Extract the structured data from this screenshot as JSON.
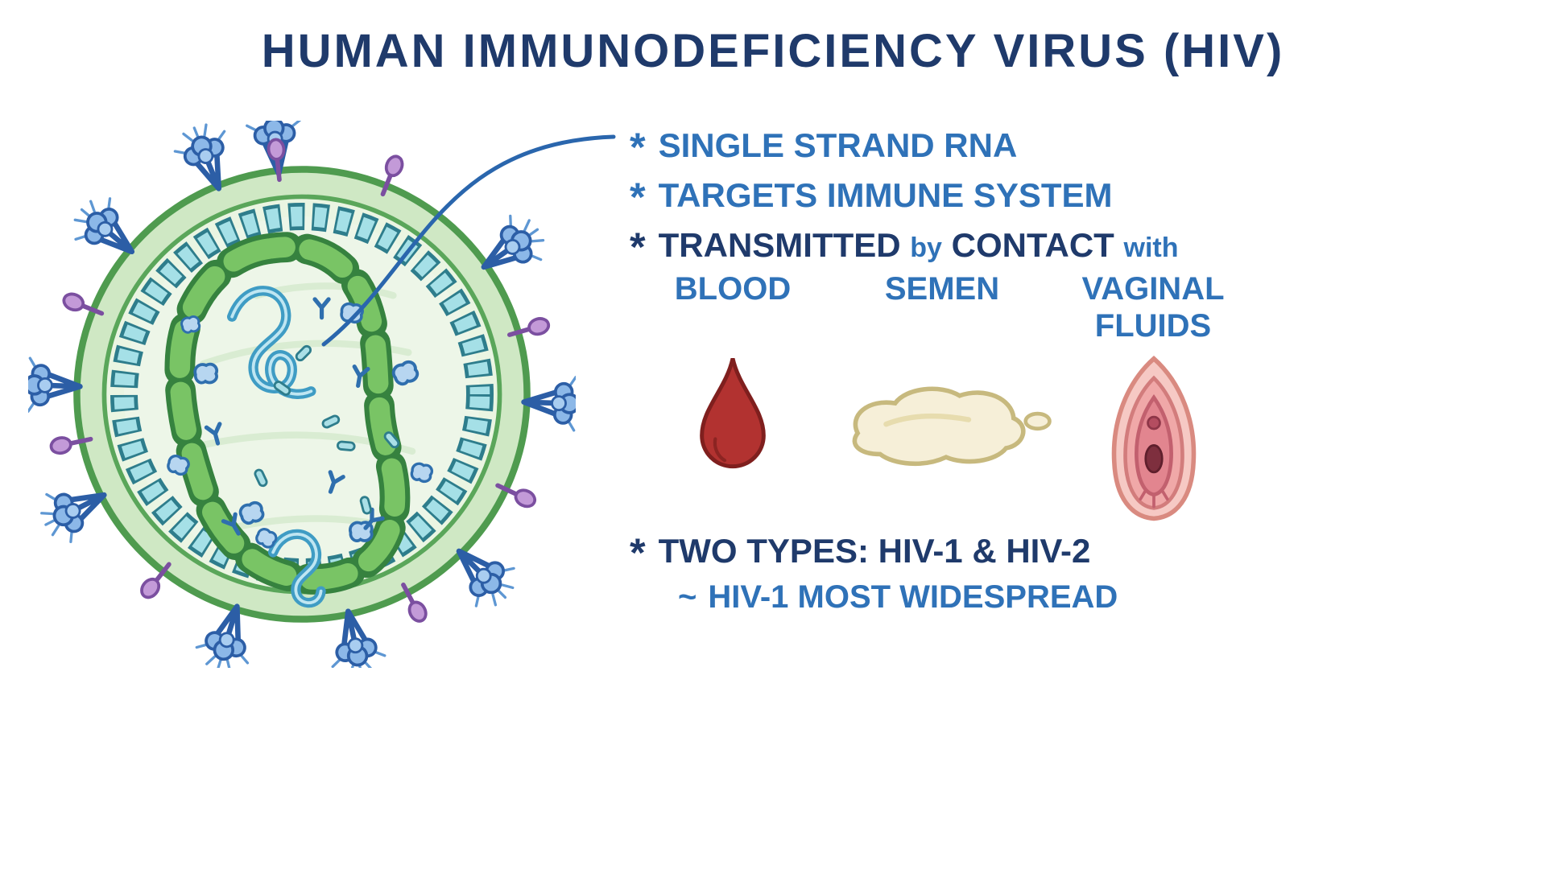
{
  "title": "HUMAN IMMUNODEFICIENCY VIRUS (HIV)",
  "bullets": {
    "star": "*",
    "tilde": "~",
    "single_strand": "SINGLE STRAND RNA",
    "targets": "TARGETS IMMUNE SYSTEM",
    "transmitted": "TRANSMITTED",
    "by": "by",
    "contact": "CONTACT",
    "with": "with",
    "two_types": "TWO TYPES: HIV-1 & HIV-2",
    "widespread": "HIV-1 MOST WIDESPREAD"
  },
  "transmission": {
    "items": [
      {
        "label": "BLOOD",
        "icon": "blood-drop-icon"
      },
      {
        "label": "SEMEN",
        "icon": "semen-fluid-icon"
      },
      {
        "label": "VAGINAL FLUIDS",
        "icon": "vulva-icon"
      }
    ]
  },
  "illustration": {
    "subject": "HIV virion cross-section",
    "parts": [
      "viral-envelope",
      "matrix-tile-ring",
      "capsid",
      "rna-strands",
      "envelope-spikes",
      "membrane-proteins"
    ]
  },
  "colors": {
    "title_navy": "#1f3a6b",
    "text_blue": "#2f72b8",
    "envelope_green": "#4f9b4f",
    "membrane_teal": "#2e7d8c",
    "spike_blue": "#2c5ea6",
    "protein_purple": "#7b4fa0",
    "blood_red": "#b23230",
    "semen_cream": "#f6efd8",
    "vulva_pink": "#e2858f"
  }
}
